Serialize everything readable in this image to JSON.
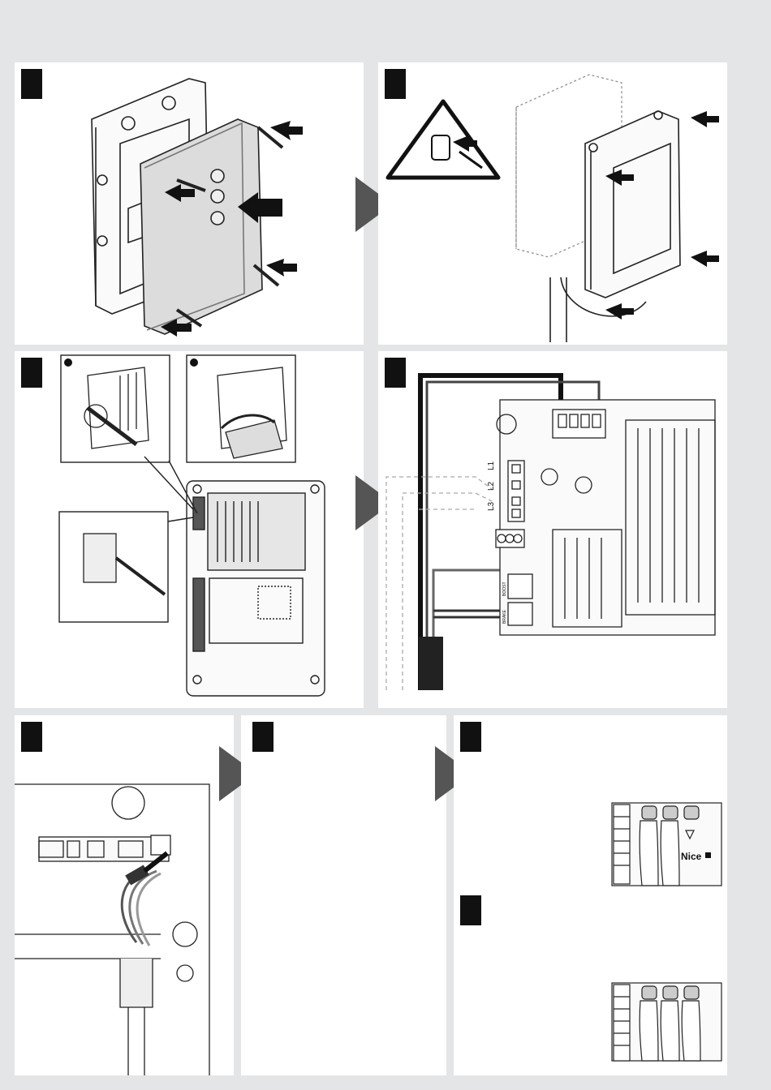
{
  "colors": {
    "background": "#e3e5e6",
    "panel": "#ffffff",
    "badge": "#111111",
    "arrow": "#555555",
    "line": "#222222"
  },
  "terminals": {
    "line_1": "L1",
    "line_2": "L2",
    "line_3": "L3",
    "boost": "BOOST",
    "brake": "BRAKE"
  },
  "brand": {
    "logo_text": "Nice"
  },
  "icons": {
    "warning": "unplug-warning-icon",
    "next": "next-step-arrow-icon"
  }
}
